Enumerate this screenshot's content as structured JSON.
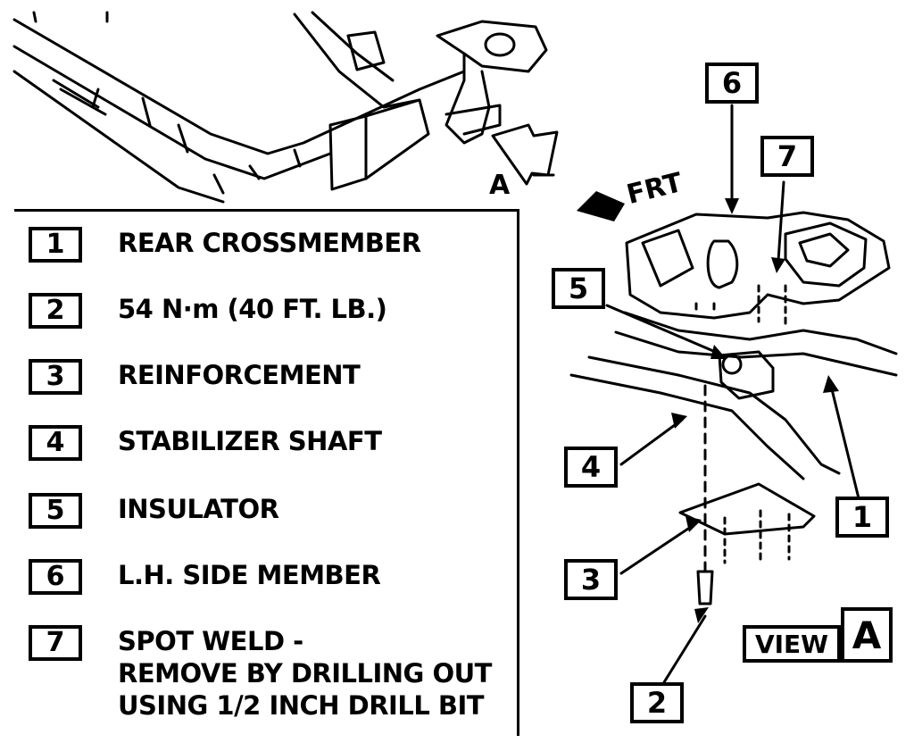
{
  "legend": {
    "items": [
      {
        "num": "1",
        "text": "REAR CROSSMEMBER"
      },
      {
        "num": "2",
        "text": "54 N·m (40 FT. LB.)"
      },
      {
        "num": "3",
        "text": "REINFORCEMENT"
      },
      {
        "num": "4",
        "text": "STABILIZER SHAFT"
      },
      {
        "num": "5",
        "text": "INSULATOR"
      },
      {
        "num": "6",
        "text": "L.H. SIDE MEMBER"
      },
      {
        "num": "7",
        "text": "SPOT WELD -",
        "line2": "REMOVE BY DRILLING OUT",
        "line3": "USING 1/2 INCH DRILL BIT"
      }
    ]
  },
  "view_arrow_label": "A",
  "front_label": "FRT",
  "view": {
    "word": "VIEW",
    "letter": "A"
  },
  "callouts": {
    "c1": "1",
    "c2": "2",
    "c3": "3",
    "c4": "4",
    "c5": "5",
    "c6": "6",
    "c7": "7"
  }
}
